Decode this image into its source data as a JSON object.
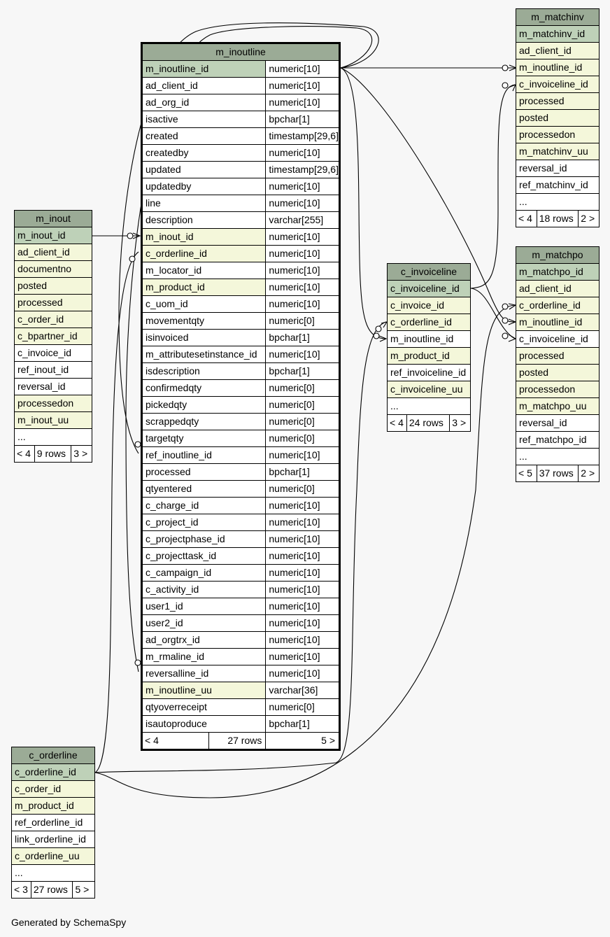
{
  "footer": "Generated by SchemaSpy",
  "tables": {
    "m_inoutline": {
      "name": "m_inoutline",
      "columns": [
        {
          "name": "m_inoutline_id",
          "type": "numeric[10]",
          "kind": "pk"
        },
        {
          "name": "ad_client_id",
          "type": "numeric[10]",
          "kind": "plain"
        },
        {
          "name": "ad_org_id",
          "type": "numeric[10]",
          "kind": "plain"
        },
        {
          "name": "isactive",
          "type": "bpchar[1]",
          "kind": "plain"
        },
        {
          "name": "created",
          "type": "timestamp[29,6]",
          "kind": "plain"
        },
        {
          "name": "createdby",
          "type": "numeric[10]",
          "kind": "plain"
        },
        {
          "name": "updated",
          "type": "timestamp[29,6]",
          "kind": "plain"
        },
        {
          "name": "updatedby",
          "type": "numeric[10]",
          "kind": "plain"
        },
        {
          "name": "line",
          "type": "numeric[10]",
          "kind": "plain"
        },
        {
          "name": "description",
          "type": "varchar[255]",
          "kind": "plain"
        },
        {
          "name": "m_inout_id",
          "type": "numeric[10]",
          "kind": "fk"
        },
        {
          "name": "c_orderline_id",
          "type": "numeric[10]",
          "kind": "fk"
        },
        {
          "name": "m_locator_id",
          "type": "numeric[10]",
          "kind": "plain"
        },
        {
          "name": "m_product_id",
          "type": "numeric[10]",
          "kind": "fk"
        },
        {
          "name": "c_uom_id",
          "type": "numeric[10]",
          "kind": "plain"
        },
        {
          "name": "movementqty",
          "type": "numeric[0]",
          "kind": "plain"
        },
        {
          "name": "isinvoiced",
          "type": "bpchar[1]",
          "kind": "plain"
        },
        {
          "name": "m_attributesetinstance_id",
          "type": "numeric[10]",
          "kind": "plain"
        },
        {
          "name": "isdescription",
          "type": "bpchar[1]",
          "kind": "plain"
        },
        {
          "name": "confirmedqty",
          "type": "numeric[0]",
          "kind": "plain"
        },
        {
          "name": "pickedqty",
          "type": "numeric[0]",
          "kind": "plain"
        },
        {
          "name": "scrappedqty",
          "type": "numeric[0]",
          "kind": "plain"
        },
        {
          "name": "targetqty",
          "type": "numeric[0]",
          "kind": "plain"
        },
        {
          "name": "ref_inoutline_id",
          "type": "numeric[10]",
          "kind": "plain"
        },
        {
          "name": "processed",
          "type": "bpchar[1]",
          "kind": "plain"
        },
        {
          "name": "qtyentered",
          "type": "numeric[0]",
          "kind": "plain"
        },
        {
          "name": "c_charge_id",
          "type": "numeric[10]",
          "kind": "plain"
        },
        {
          "name": "c_project_id",
          "type": "numeric[10]",
          "kind": "plain"
        },
        {
          "name": "c_projectphase_id",
          "type": "numeric[10]",
          "kind": "plain"
        },
        {
          "name": "c_projecttask_id",
          "type": "numeric[10]",
          "kind": "plain"
        },
        {
          "name": "c_campaign_id",
          "type": "numeric[10]",
          "kind": "plain"
        },
        {
          "name": "c_activity_id",
          "type": "numeric[10]",
          "kind": "plain"
        },
        {
          "name": "user1_id",
          "type": "numeric[10]",
          "kind": "plain"
        },
        {
          "name": "user2_id",
          "type": "numeric[10]",
          "kind": "plain"
        },
        {
          "name": "ad_orgtrx_id",
          "type": "numeric[10]",
          "kind": "plain"
        },
        {
          "name": "m_rmaline_id",
          "type": "numeric[10]",
          "kind": "plain"
        },
        {
          "name": "reversalline_id",
          "type": "numeric[10]",
          "kind": "plain"
        },
        {
          "name": "m_inoutline_uu",
          "type": "varchar[36]",
          "kind": "fk"
        },
        {
          "name": "qtyoverreceipt",
          "type": "numeric[0]",
          "kind": "plain"
        },
        {
          "name": "isautoproduce",
          "type": "bpchar[1]",
          "kind": "plain"
        }
      ],
      "footer": {
        "left": "< 4",
        "rows": "27 rows",
        "right": "5 >"
      }
    },
    "m_inout": {
      "name": "m_inout",
      "columns": [
        {
          "name": "m_inout_id",
          "kind": "pk"
        },
        {
          "name": "ad_client_id",
          "kind": "fk"
        },
        {
          "name": "documentno",
          "kind": "fk"
        },
        {
          "name": "posted",
          "kind": "fk"
        },
        {
          "name": "processed",
          "kind": "fk"
        },
        {
          "name": "c_order_id",
          "kind": "fk"
        },
        {
          "name": "c_bpartner_id",
          "kind": "fk"
        },
        {
          "name": "c_invoice_id",
          "kind": "plain"
        },
        {
          "name": "ref_inout_id",
          "kind": "plain"
        },
        {
          "name": "reversal_id",
          "kind": "plain"
        },
        {
          "name": "processedon",
          "kind": "fk"
        },
        {
          "name": "m_inout_uu",
          "kind": "fk"
        },
        {
          "name": "...",
          "kind": "plain"
        }
      ],
      "footer": {
        "left": "< 4",
        "rows": "9 rows",
        "right": "3 >"
      }
    },
    "c_orderline": {
      "name": "c_orderline",
      "columns": [
        {
          "name": "c_orderline_id",
          "kind": "pk"
        },
        {
          "name": "c_order_id",
          "kind": "fk"
        },
        {
          "name": "m_product_id",
          "kind": "fk"
        },
        {
          "name": "ref_orderline_id",
          "kind": "plain"
        },
        {
          "name": "link_orderline_id",
          "kind": "plain"
        },
        {
          "name": "c_orderline_uu",
          "kind": "fk"
        },
        {
          "name": "...",
          "kind": "plain"
        }
      ],
      "footer": {
        "left": "< 3",
        "rows": "27 rows",
        "right": "5 >"
      }
    },
    "c_invoiceline": {
      "name": "c_invoiceline",
      "columns": [
        {
          "name": "c_invoiceline_id",
          "kind": "pk"
        },
        {
          "name": "c_invoice_id",
          "kind": "fk"
        },
        {
          "name": "c_orderline_id",
          "kind": "fk"
        },
        {
          "name": "m_inoutline_id",
          "kind": "plain"
        },
        {
          "name": "m_product_id",
          "kind": "fk"
        },
        {
          "name": "ref_invoiceline_id",
          "kind": "plain"
        },
        {
          "name": "c_invoiceline_uu",
          "kind": "fk"
        },
        {
          "name": "...",
          "kind": "plain"
        }
      ],
      "footer": {
        "left": "< 4",
        "rows": "24 rows",
        "right": "3 >"
      }
    },
    "m_matchinv": {
      "name": "m_matchinv",
      "columns": [
        {
          "name": "m_matchinv_id",
          "kind": "pk"
        },
        {
          "name": "ad_client_id",
          "kind": "fk"
        },
        {
          "name": "m_inoutline_id",
          "kind": "fk"
        },
        {
          "name": "c_invoiceline_id",
          "kind": "fk"
        },
        {
          "name": "processed",
          "kind": "fk"
        },
        {
          "name": "posted",
          "kind": "fk"
        },
        {
          "name": "processedon",
          "kind": "fk"
        },
        {
          "name": "m_matchinv_uu",
          "kind": "fk"
        },
        {
          "name": "reversal_id",
          "kind": "plain"
        },
        {
          "name": "ref_matchinv_id",
          "kind": "plain"
        },
        {
          "name": "...",
          "kind": "plain"
        }
      ],
      "footer": {
        "left": "< 4",
        "rows": "18 rows",
        "right": "2 >"
      }
    },
    "m_matchpo": {
      "name": "m_matchpo",
      "columns": [
        {
          "name": "m_matchpo_id",
          "kind": "pk"
        },
        {
          "name": "ad_client_id",
          "kind": "fk"
        },
        {
          "name": "c_orderline_id",
          "kind": "fk"
        },
        {
          "name": "m_inoutline_id",
          "kind": "fk"
        },
        {
          "name": "c_invoiceline_id",
          "kind": "plain"
        },
        {
          "name": "processed",
          "kind": "fk"
        },
        {
          "name": "posted",
          "kind": "fk"
        },
        {
          "name": "processedon",
          "kind": "fk"
        },
        {
          "name": "m_matchpo_uu",
          "kind": "fk"
        },
        {
          "name": "reversal_id",
          "kind": "plain"
        },
        {
          "name": "ref_matchpo_id",
          "kind": "plain"
        },
        {
          "name": "...",
          "kind": "plain"
        }
      ],
      "footer": {
        "left": "< 5",
        "rows": "37 rows",
        "right": "2 >"
      }
    }
  }
}
